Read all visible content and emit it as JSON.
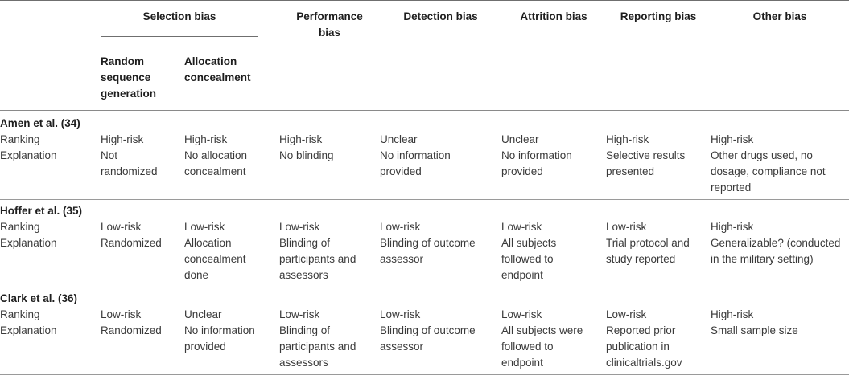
{
  "header": {
    "selection_bias": "Selection bias",
    "performance_bias": "Performance bias",
    "detection_bias": "Detection bias",
    "attrition_bias": "Attrition bias",
    "reporting_bias": "Reporting bias",
    "other_bias": "Other bias",
    "random_sequence": "Random sequence generation",
    "allocation_concealment": "Allocation concealment"
  },
  "row_labels": {
    "ranking": "Ranking",
    "explanation": "Explanation"
  },
  "studies": [
    {
      "name": "Amen et al. (34)",
      "ranking": [
        "High-risk",
        "High-risk",
        "High-risk",
        "Unclear",
        "Unclear",
        "High-risk",
        "High-risk"
      ],
      "explanation": [
        "Not randomized",
        "No allocation concealment",
        "No blinding",
        "No information provided",
        "No information provided",
        "Selective results presented",
        "Other drugs used, no dosage, compliance not reported"
      ]
    },
    {
      "name": "Hoffer et al. (35)",
      "ranking": [
        "Low-risk",
        "Low-risk",
        "Low-risk",
        "Low-risk",
        "Low-risk",
        "Low-risk",
        "High-risk"
      ],
      "explanation": [
        "Randomized",
        "Allocation concealment done",
        "Blinding of participants and assessors",
        "Blinding of outcome assessor",
        "All subjects followed to endpoint",
        "Trial protocol and study reported",
        "Generalizable? (conducted in the military setting)"
      ]
    },
    {
      "name": "Clark et al. (36)",
      "ranking": [
        "Low-risk",
        "Unclear",
        "Low-risk",
        "Low-risk",
        "Low-risk",
        "Low-risk",
        "High-risk"
      ],
      "explanation": [
        "Randomized",
        "No information provided",
        "Blinding of participants and assessors",
        "Blinding of outcome assessor",
        "All subjects were followed to endpoint",
        "Reported prior publication in clinicaltrials.gov",
        "Small sample size"
      ]
    }
  ]
}
